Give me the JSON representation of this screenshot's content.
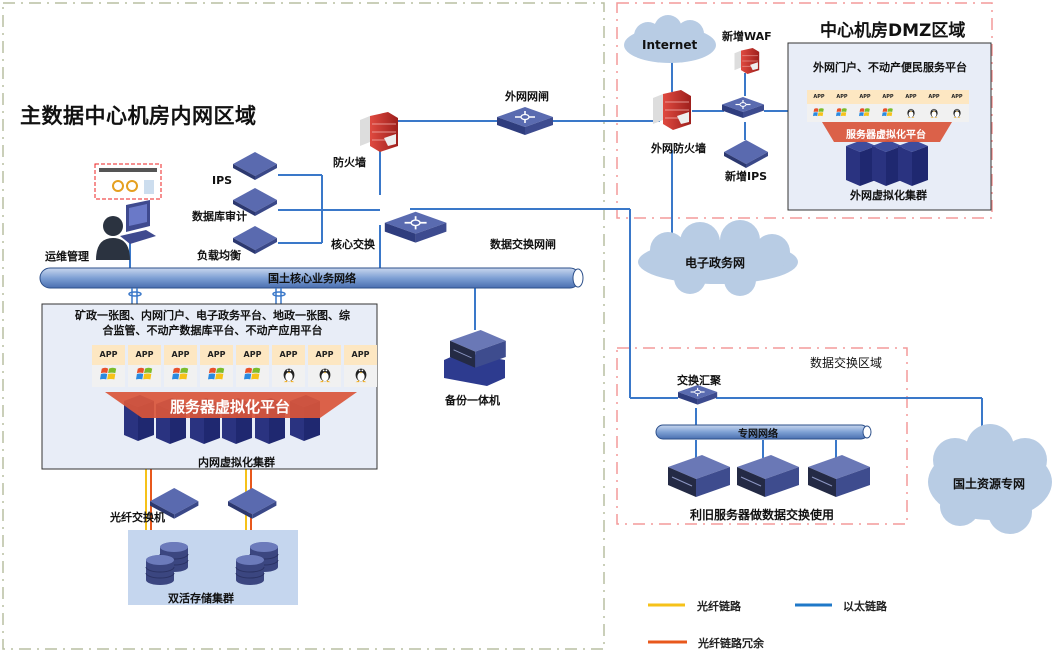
{
  "zones": {
    "intranet": {
      "title": "主数据中心机房内网区域"
    },
    "dmz": {
      "title": "中心机房DMZ区域"
    },
    "exchange": {
      "title": "数据交换区域"
    }
  },
  "devices": {
    "ops": "运维管理",
    "ips": "IPS",
    "db_audit": "数据库审计",
    "load_balance": "负载均衡",
    "firewall": "防火墙",
    "core_switch": "核心交换",
    "ext_gateway": "外网网闸",
    "data_gateway": "数据交换网闸",
    "backup": "备份一体机",
    "fiber_switch": "光纤交换机",
    "storage": "双活存储集群",
    "ext_firewall": "外网防火墙",
    "new_waf": "新增WAF",
    "new_ips": "新增IPS",
    "exchange_agg": "交换汇聚",
    "old_servers": "利旧服务器做数据交换使用"
  },
  "networks": {
    "core_bus": "国土核心业务网络",
    "private_bus": "专网网络",
    "internet": "Internet",
    "egov": "电子政务网",
    "land_private": "国土资源专网"
  },
  "intranet_cluster": {
    "apps_text_line1": "矿政一张图、内网门户、电子政务平台、地政一张图、综",
    "apps_text_line2": "合监管、不动产数据库平台、不动产应用平台",
    "platform": "服务器虚拟化平台",
    "cluster": "内网虚拟化集群",
    "app_label": "APP",
    "tiles": [
      "windows",
      "windows",
      "windows",
      "windows",
      "windows",
      "linux",
      "linux",
      "linux"
    ]
  },
  "dmz_cluster": {
    "apps_text": "外网门户、不动产便民服务平台",
    "platform": "服务器虚拟化平台",
    "cluster": "外网虚拟化集群",
    "app_label": "APP",
    "tiles": [
      "windows",
      "windows",
      "windows",
      "windows",
      "linux",
      "linux",
      "linux"
    ]
  },
  "legend": [
    {
      "label": "光纤链路",
      "color": "#f6c219"
    },
    {
      "label": "以太链路",
      "color": "#1f78c8"
    },
    {
      "label": "光纤链路冗余",
      "color": "#e8581c"
    }
  ],
  "colors": {
    "ethernet": "#3a78c9",
    "fiber": "#f6c219",
    "fiber_redundant": "#e8581c",
    "intranet_border": "#b9bfa2",
    "dmz_border": "#f39a9a",
    "cloud": "#b8cce4",
    "device": "#4a5a9e",
    "firewall": "#c62c28"
  }
}
